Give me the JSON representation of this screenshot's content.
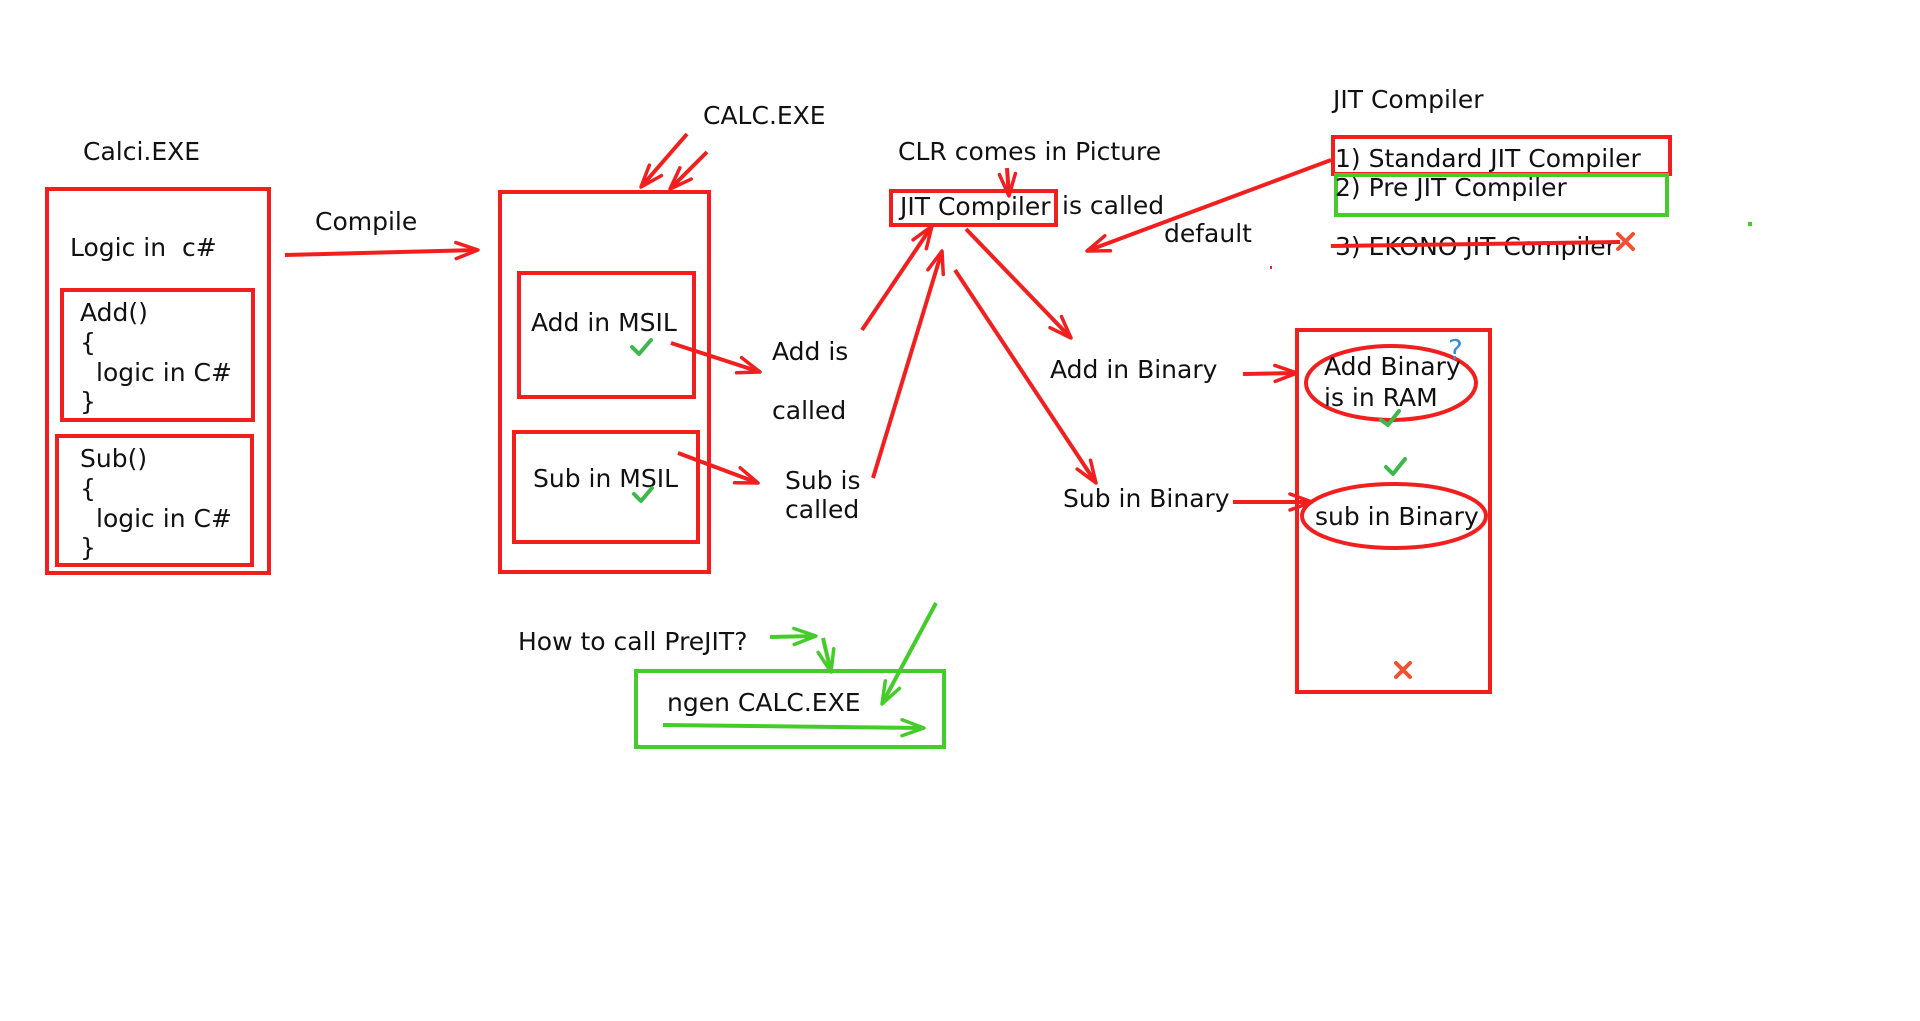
{
  "colors": {
    "red": "#f21f1f",
    "green": "#45cc2a",
    "tick_green": "#3db84a",
    "cross_orange": "#ee5233",
    "question_blue": "#3b8ed6",
    "text": "#111111",
    "background": "#ffffff"
  },
  "source_exe": {
    "title": "Calci.EXE",
    "logic_label": "Logic in  c#",
    "add_method": [
      "Add()",
      "{",
      "logic in C#",
      "}"
    ],
    "sub_method": [
      "Sub()",
      "{",
      "logic in C#",
      "}"
    ]
  },
  "compile_label": "Compile",
  "msil_exe": {
    "title": "CALC.EXE",
    "add_box": "Add in MSIL",
    "sub_box": "Sub in MSIL"
  },
  "calls": {
    "add_called": [
      "Add is",
      "called"
    ],
    "sub_called": [
      "Sub is",
      "called"
    ]
  },
  "clr": {
    "title": "CLR comes in Picture",
    "jit_box": "JIT Compiler",
    "is_called": "is called",
    "default_label": "default"
  },
  "binary": {
    "add_label": "Add in Binary",
    "sub_label": "Sub in Binary"
  },
  "ram": {
    "add_ellipse": [
      "Add Binary",
      "is in RAM"
    ],
    "sub_ellipse": "sub in Binary",
    "question_mark": "?"
  },
  "jit_types": {
    "heading": "JIT Compiler",
    "items": [
      "1) Standard JIT Compiler",
      "2) Pre JIT Compiler",
      "3) EKONO JIT Compiler"
    ]
  },
  "prejit": {
    "question": "How to call PreJIT?",
    "command": "ngen CALC.EXE"
  },
  "icons": {
    "tick": "check-icon",
    "cross": "cross-icon",
    "question": "question-icon"
  }
}
